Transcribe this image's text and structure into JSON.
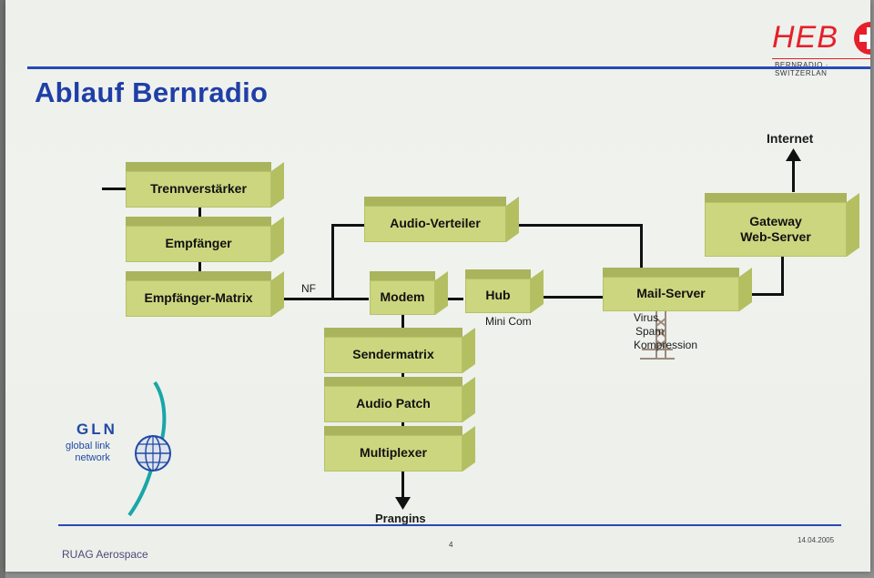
{
  "header": {
    "title": "Ablauf Bernradio",
    "logo_text": "HEB",
    "logo_subtitle": "BERNRADIO · SWITZERLAN"
  },
  "boxes": {
    "trennverstaerker": "Trennverstärker",
    "empfaenger": "Empfänger",
    "empfaenger_matrix": "Empfänger-Matrix",
    "audio_verteiler": "Audio-Verteiler",
    "modem": "Modem",
    "hub": "Hub",
    "mail_server": "Mail-Server",
    "gateway_line1": "Gateway",
    "gateway_line2": "Web-Server",
    "sendermatrix": "Sendermatrix",
    "audio_patch": "Audio Patch",
    "multiplexer": "Multiplexer"
  },
  "labels": {
    "nf": "NF",
    "mini_com": "Mini Com",
    "virus": "Virus",
    "spam": "Spam",
    "kompression": "Kompression",
    "internet": "Internet",
    "prangins": "Prangins"
  },
  "gln": {
    "title": "GLN",
    "line1": "global link",
    "line2": "network"
  },
  "footer": {
    "company": "RUAG Aerospace",
    "page": "4",
    "date": "14.04.2005"
  },
  "colors": {
    "title_blue": "#1f3fa6",
    "box_face": "#ccd67e",
    "box_top": "#a9b45c",
    "logo_red": "#e5202a"
  }
}
